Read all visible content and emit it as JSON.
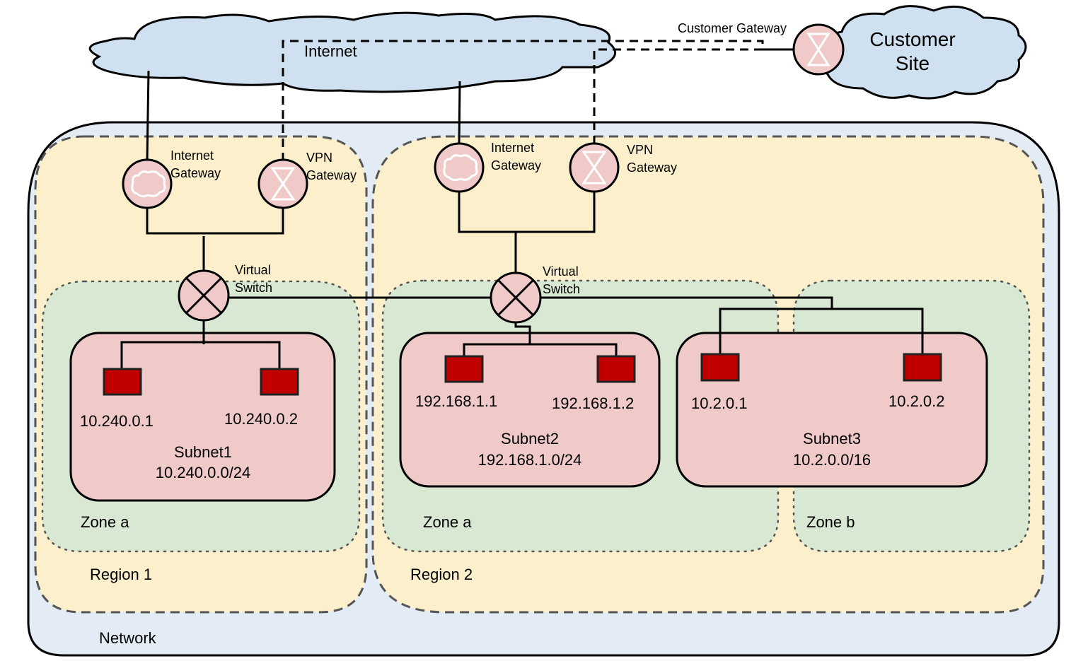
{
  "diagram": {
    "internet": {
      "label": "Internet"
    },
    "customer_site": {
      "label_line1": "Customer",
      "label_line2": "Site",
      "gateway_label": "Customer Gateway"
    },
    "network": {
      "label": "Network"
    },
    "regions": [
      {
        "label": "Region 1",
        "internet_gateway": {
          "line1": "Internet",
          "line2": "Gateway"
        },
        "vpn_gateway": {
          "line1": "VPN",
          "line2": "Gateway"
        },
        "virtual_switch": {
          "line1": "Virtual",
          "line2": "Switch"
        },
        "zones": [
          {
            "label": "Zone a"
          }
        ]
      },
      {
        "label": "Region 2",
        "internet_gateway": {
          "line1": "Internet",
          "line2": "Gateway"
        },
        "vpn_gateway": {
          "line1": "VPN",
          "line2": "Gateway"
        },
        "virtual_switch": {
          "line1": "Virtual",
          "line2": "Switch"
        },
        "zones": [
          {
            "label": "Zone a"
          },
          {
            "label": "Zone b"
          }
        ]
      }
    ],
    "subnets": [
      {
        "name": "Subnet1",
        "cidr": "10.240.0.0/24",
        "hosts": [
          "10.240.0.1",
          "10.240.0.2"
        ]
      },
      {
        "name": "Subnet2",
        "cidr": "192.168.1.0/24",
        "hosts": [
          "192.168.1.1",
          "192.168.1.2"
        ]
      },
      {
        "name": "Subnet3",
        "cidr": "10.2.0.0/16",
        "hosts": [
          "10.2.0.1",
          "10.2.0.2"
        ]
      }
    ],
    "colors": {
      "cloud": "#cfe0f1",
      "network": "#e3ecf4",
      "region": "#fcf0cc",
      "zone": "#d9e8d2",
      "subnet": "#f0c9c9",
      "host": "#c00000"
    }
  }
}
